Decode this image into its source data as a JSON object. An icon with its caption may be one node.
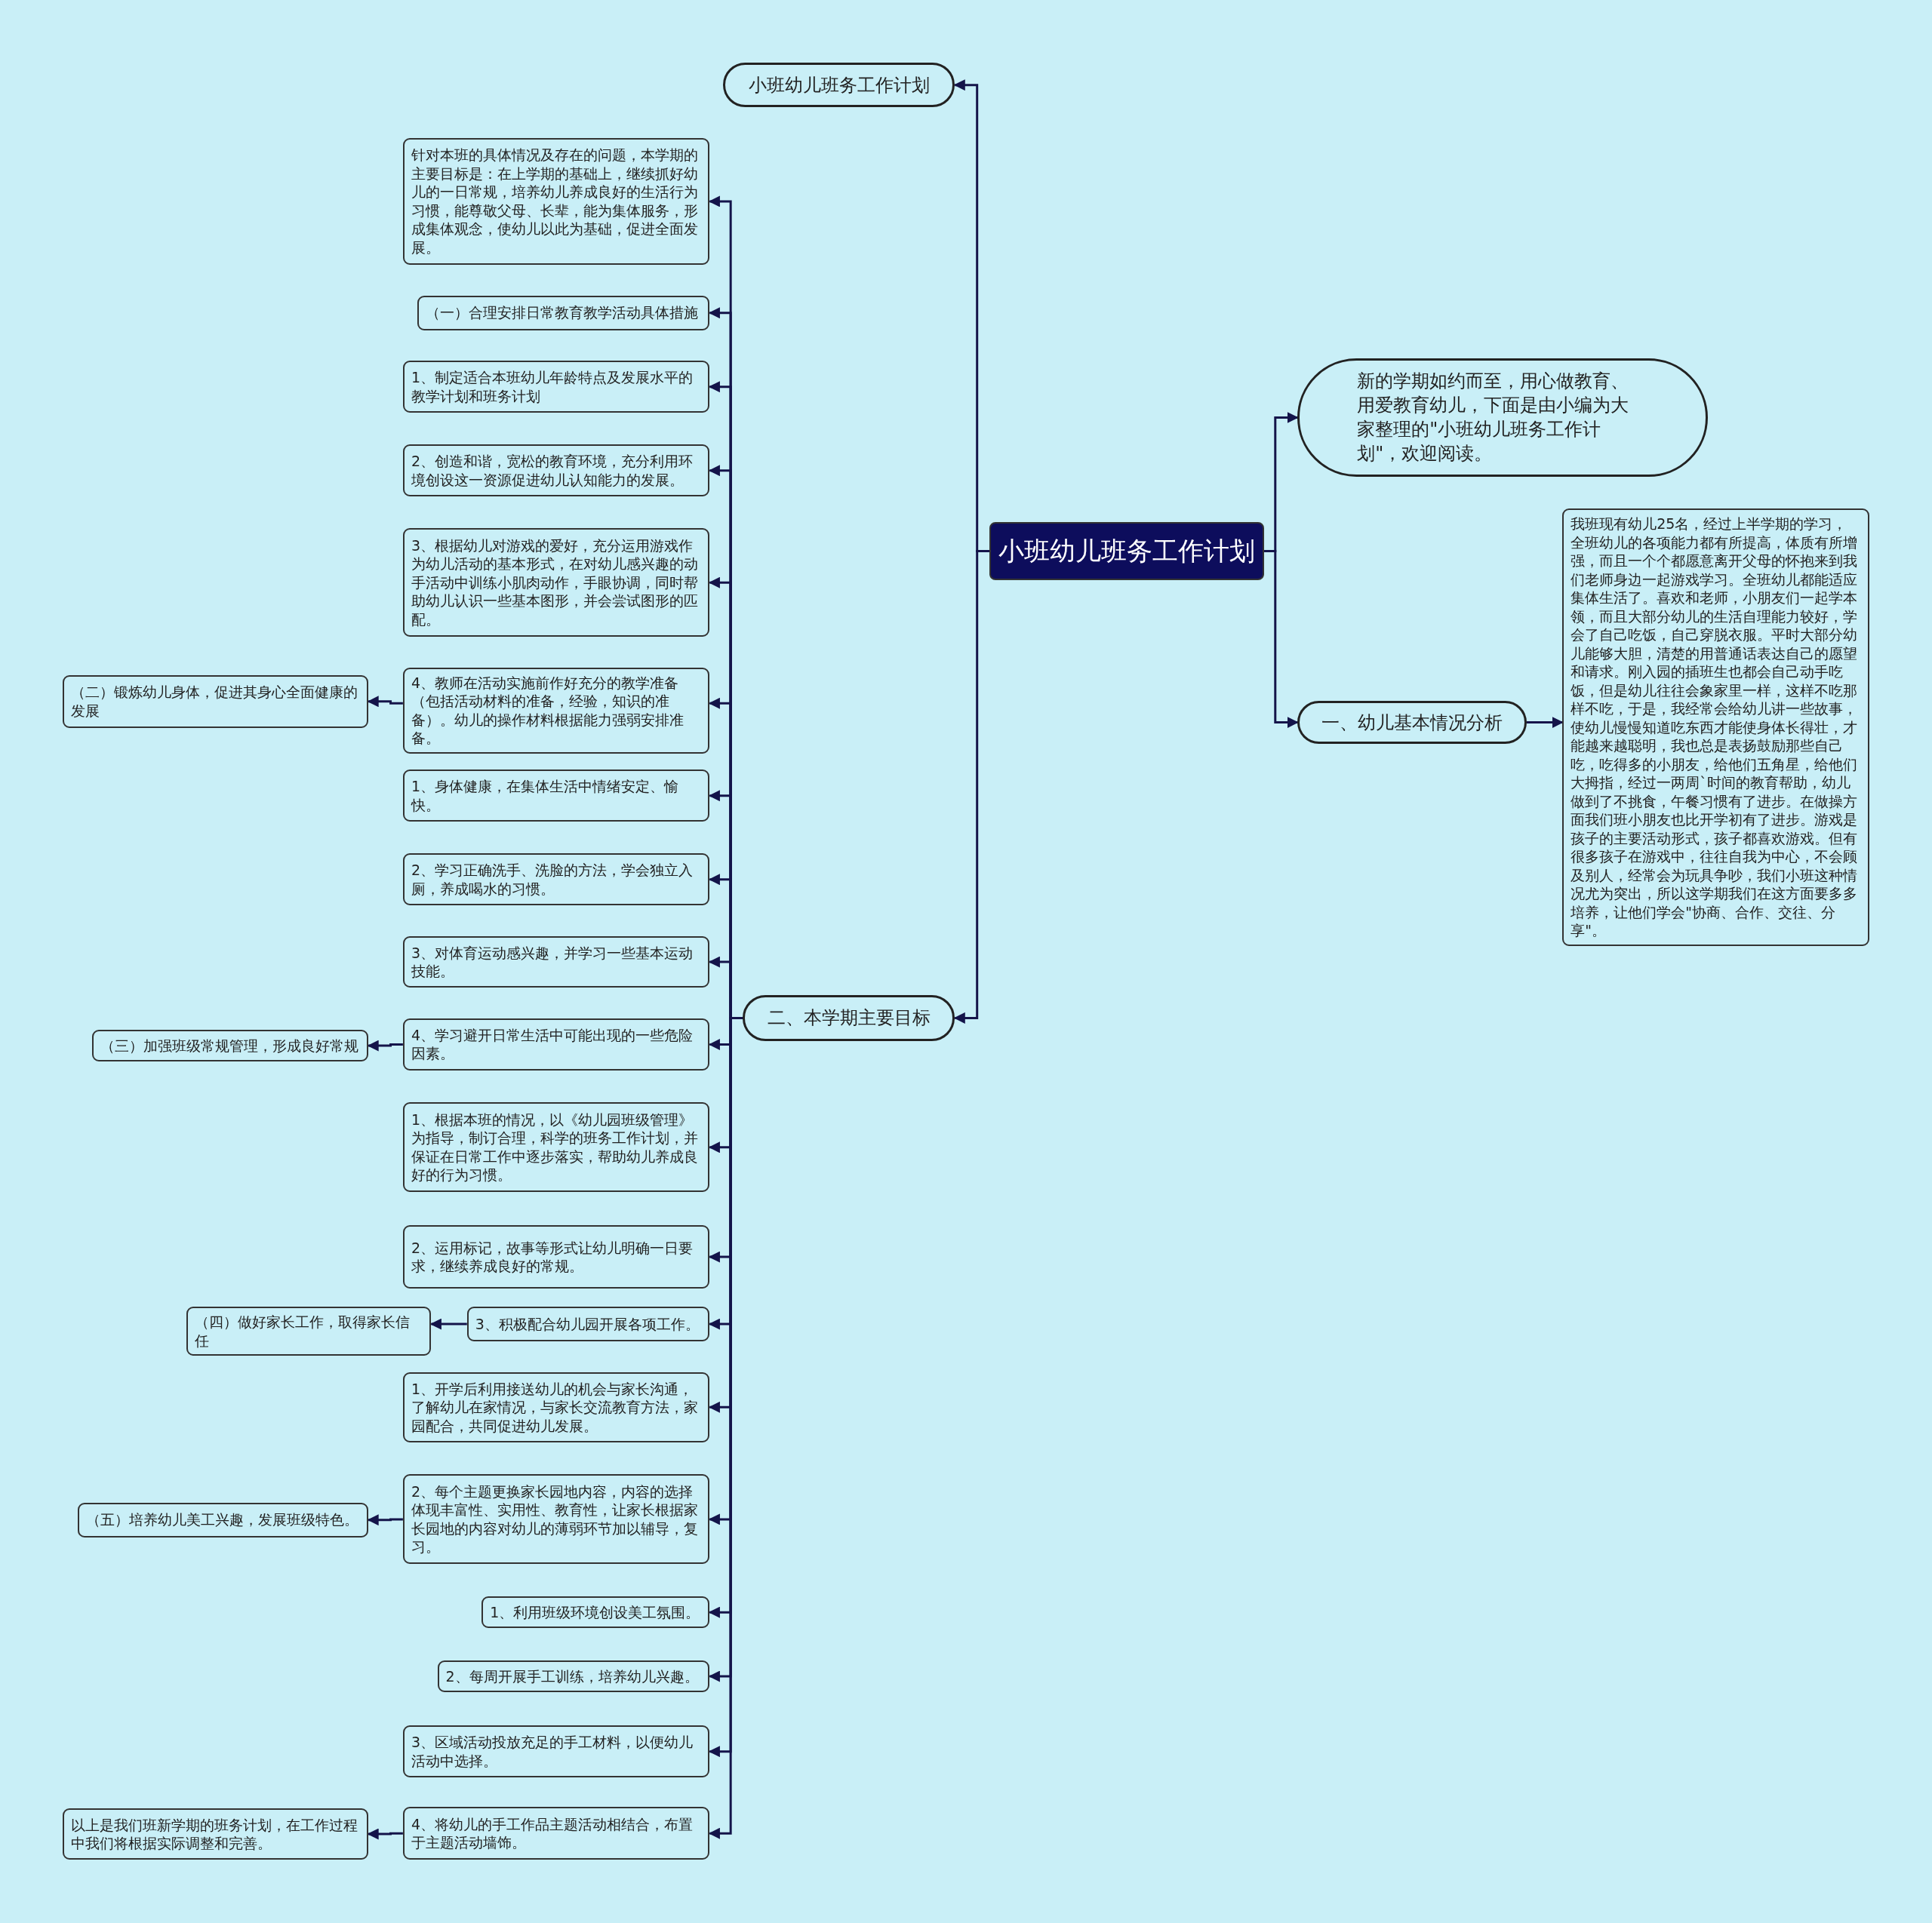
{
  "diagram": {
    "nodes": [
      {
        "text": [
          "小班幼儿班务工作计划"
        ]
      },
      {
        "text": [
          "小班幼儿班务工作计划"
        ]
      },
      {
        "text": [
          "新的学期如约而至，用心做教育、用爱教育幼儿，下面是由小编为大家整理的\"小班幼儿班务工作计划\"，欢迎阅读。"
        ]
      },
      {
        "text": [
          "一、幼儿基本情况分析"
        ]
      },
      {
        "text": [
          "我班现有幼儿25名，经过上半学期的学习，全班幼儿的各项能力都有所提高，体质有所增强，而且一个个都愿意离开父母的怀抱来到我们老师身边一起游戏学习。全班幼儿都能适应集体生活了。喜欢和老师，小朋友们一起学本领，而且大部分幼儿的生活自理能力较好，学会了自己吃饭，自己穿脱衣服。平时大部分幼儿能够大胆，清楚的用普通话表达自己的愿望和请求。刚入园的插班生也都会自己动手吃饭，但是幼儿往往会象家里一样，这样不吃那样不吃，于是，我经常会给幼儿讲一些故事，使幼儿慢慢知道吃东西才能使身体长得壮，才能越来越聪明，我也总是表扬鼓励那些自己吃，吃得多的小朋友，给他们五角星，给他们大拇指，经过一两周`时间的教育帮助，幼儿做到了不挑食，午餐习惯有了进步。在做操方面我们班小朋友也比开学初有了进步。游戏是孩子的主要活动形式，孩子都喜欢游戏。但有很多孩子在游戏中，往往自我为中心，不会顾及别人，经常会为玩具争吵，我们小班这种情况尤为突出，所以这学期我们在这方面要多多培养，让他们学会\"协商、合作、交往、分享\"。"
        ]
      },
      {
        "text": [
          "二、本学期主要目标"
        ]
      },
      {
        "text": [
          "针对本班的具体情况及存在的问题，本学期的主要目标是：在上学期的基础上，继续抓好幼儿的一日常规，培养幼儿养成良好的生活行为习惯，能尊敬父母、长辈，能为集体服务，形成集体观念，使幼儿以此为基础，促进全面发展。"
        ]
      },
      {
        "text": [
          "（一）合理安排日常教育教学活动具体措施"
        ]
      },
      {
        "text": [
          "1、制定适合本班幼儿年龄特点及发展水平的教学计划和班务计划"
        ]
      },
      {
        "text": [
          "2、创造和谐，宽松的教育环境，充分利用环境创设这一资源促进幼儿认知能力的发展。"
        ]
      },
      {
        "text": [
          "3、根据幼儿对游戏的爱好，充分运用游戏作为幼儿活动的基本形式，在对幼儿感兴趣的动手活动中训练小肌肉动作，手眼协调，同时帮助幼儿认识一些基本图形，并会尝试图形的匹配。"
        ]
      },
      {
        "text": [
          "4、教师在活动实施前作好充分的教学准备（包括活动材料的准备，经验，知识的准备）。幼儿的操作材料根据能力强弱安排准备。"
        ]
      },
      {
        "text": [
          "（二）锻炼幼儿身体，促进其身心全面健康的发展"
        ]
      },
      {
        "text": [
          "1、身体健康，在集体生活中情绪安定、愉快。"
        ]
      },
      {
        "text": [
          "2、学习正确洗手、洗脸的方法，学会独立入厕，养成喝水的习惯。"
        ]
      },
      {
        "text": [
          "3、对体育运动感兴趣，并学习一些基本运动技能。"
        ]
      },
      {
        "text": [
          "4、学习避开日常生活中可能出现的一些危险因素。"
        ]
      },
      {
        "text": [
          "（三）加强班级常规管理，形成良好常规"
        ]
      },
      {
        "text": [
          "1、根据本班的情况，以《幼儿园班级管理》为指导，制订合理，科学的班务工作计划，并保证在日常工作中逐步落实，帮助幼儿养成良好的行为习惯。"
        ]
      },
      {
        "text": [
          "2、运用标记，故事等形式让幼儿明确一日要求，继续养成良好的常规。"
        ]
      },
      {
        "text": [
          "3、积极配合幼儿园开展各项工作。"
        ]
      },
      {
        "text": [
          "（四）做好家长工作，取得家长信任"
        ]
      },
      {
        "text": [
          "1、开学后利用接送幼儿的机会与家长沟通，了解幼儿在家情况，与家长交流教育方法，家园配合，共同促进幼儿发展。"
        ]
      },
      {
        "text": [
          "2、每个主题更换家长园地内容，内容的选择体现丰富性、实用性、教育性，让家长根据家长园地的内容对幼儿的薄弱环节加以辅导，复习。"
        ]
      },
      {
        "text": [
          "（五）培养幼儿美工兴趣，发展班级特色。"
        ]
      },
      {
        "text": [
          "1、利用班级环境创设美工氛围。"
        ]
      },
      {
        "text": [
          "2、每周开展手工训练，培养幼儿兴趣。"
        ]
      },
      {
        "text": [
          "3、区域活动投放充足的手工材料，以便幼儿活动中选择。"
        ]
      },
      {
        "text": [
          "4、将幼儿的手工作品主题活动相结合，布置于主题活动墙饰。"
        ]
      },
      {
        "text": [
          "以上是我们班新学期的班务计划，在工作过程中我们将根据实际调整和完善。"
        ]
      }
    ],
    "edges": [
      {
        "from": 0,
        "to": 1,
        "arrow": "to"
      },
      {
        "from": 0,
        "to": 2,
        "arrow": "to"
      },
      {
        "from": 0,
        "to": 3,
        "arrow": "to"
      },
      {
        "from": 0,
        "to": 5,
        "arrow": "to"
      },
      {
        "from": 3,
        "to": 4,
        "arrow": "to"
      },
      {
        "from": 5,
        "to": 6,
        "arrow": "to"
      },
      {
        "from": 5,
        "to": 7,
        "arrow": "to"
      },
      {
        "from": 5,
        "to": 8,
        "arrow": "to"
      },
      {
        "from": 5,
        "to": 9,
        "arrow": "to"
      },
      {
        "from": 5,
        "to": 10,
        "arrow": "to"
      },
      {
        "from": 5,
        "to": 11,
        "arrow": "to"
      },
      {
        "from": 11,
        "to": 12,
        "arrow": "to"
      },
      {
        "from": 5,
        "to": 13,
        "arrow": "to"
      },
      {
        "from": 5,
        "to": 14,
        "arrow": "to"
      },
      {
        "from": 5,
        "to": 15,
        "arrow": "to"
      },
      {
        "from": 5,
        "to": 16,
        "arrow": "to"
      },
      {
        "from": 16,
        "to": 17,
        "arrow": "to"
      },
      {
        "from": 5,
        "to": 18,
        "arrow": "to"
      },
      {
        "from": 5,
        "to": 19,
        "arrow": "to"
      },
      {
        "from": 5,
        "to": 20,
        "arrow": "to"
      },
      {
        "from": 20,
        "to": 21,
        "arrow": "to"
      },
      {
        "from": 5,
        "to": 22,
        "arrow": "to"
      },
      {
        "from": 5,
        "to": 23,
        "arrow": "to"
      },
      {
        "from": 23,
        "to": 24,
        "arrow": "to"
      },
      {
        "from": 5,
        "to": 25,
        "arrow": "to"
      },
      {
        "from": 5,
        "to": 26,
        "arrow": "to"
      },
      {
        "from": 5,
        "to": 27,
        "arrow": "to"
      },
      {
        "from": 5,
        "to": 28,
        "arrow": "to"
      },
      {
        "from": 28,
        "to": 29,
        "arrow": "to"
      }
    ]
  }
}
